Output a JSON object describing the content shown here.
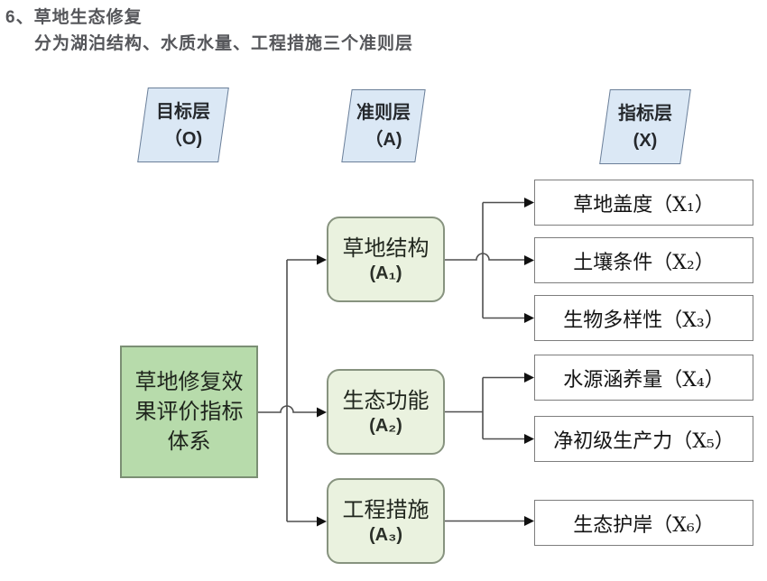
{
  "header": {
    "title": "6、草地生态修复",
    "subtitle": "分为湖泊结构、水质水量、工程措施三个准则层"
  },
  "layer_headers": [
    {
      "line1": "目标层",
      "line2": "（O)"
    },
    {
      "line1": "准则层",
      "line2": "（A)"
    },
    {
      "line1": "指标层",
      "line2": "(X)"
    }
  ],
  "goal_node": {
    "lines": [
      "草地修复效",
      "果评价指标",
      "体系"
    ]
  },
  "criteria_nodes": [
    {
      "name": "草地结构",
      "code": "(A₁)"
    },
    {
      "name": "生态功能",
      "code": "(A₂)"
    },
    {
      "name": "工程措施",
      "code": "(A₃)"
    }
  ],
  "indicator_nodes": [
    {
      "label": "草地盖度（X₁）"
    },
    {
      "label": "土壤条件（X₂）"
    },
    {
      "label": "生物多样性（X₃）"
    },
    {
      "label": "水源涵养量（X₄）"
    },
    {
      "label": "净初级生产力（X₅）"
    },
    {
      "label": "生态护岸（X₆）"
    }
  ],
  "colors": {
    "header_fill": "#dbe8f5",
    "header_border": "#6b7f99",
    "goal_fill": "#b7dbab",
    "goal_border": "#7b8f74",
    "criteria_fill": "#eaf2df",
    "criteria_border": "#87937f",
    "indicator_fill": "#ffffff",
    "indicator_border": "#7d7d7d",
    "connector_line": "#4f4f4f",
    "arrowhead": "#111111",
    "title_text": "#55565a"
  }
}
